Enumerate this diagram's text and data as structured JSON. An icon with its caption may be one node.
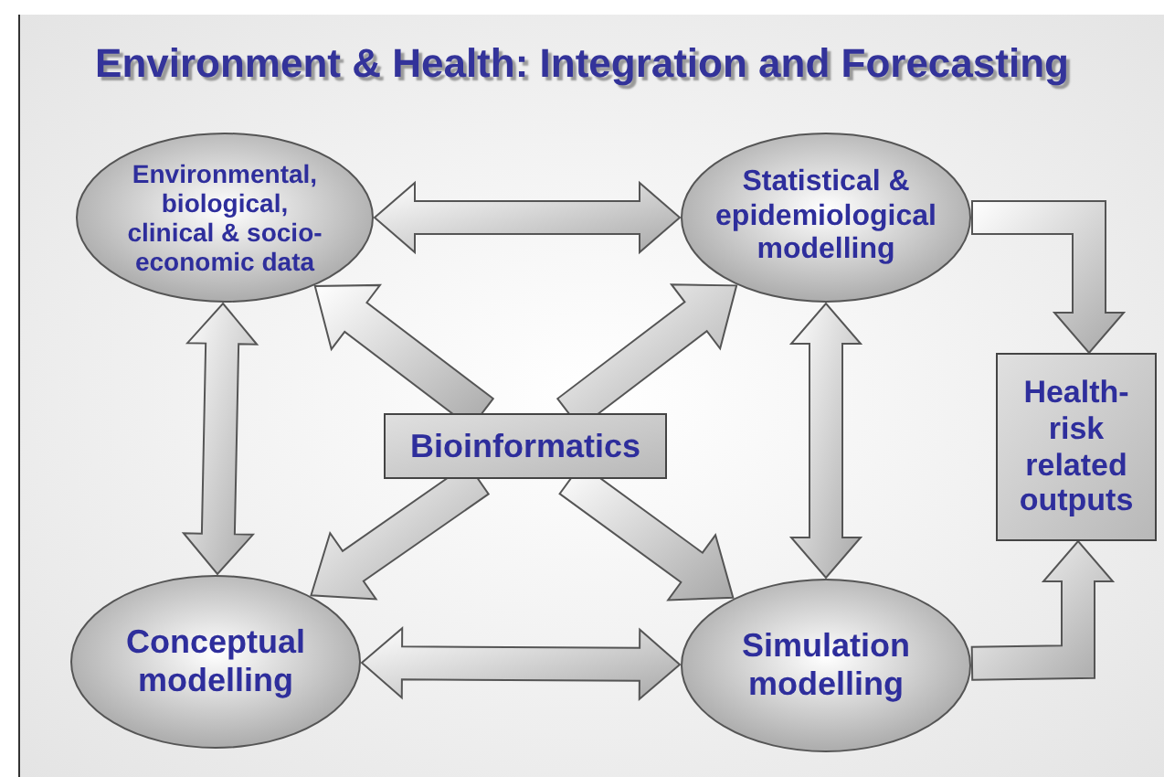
{
  "diagram": {
    "title": "Environment & Health: Integration and Forecasting",
    "nodes": [
      {
        "text": [
          "Environmental, biological, clinical & socio-economic data"
        ]
      },
      {
        "text": [
          "Statistical & epidemiological modelling"
        ]
      },
      {
        "text": [
          "Bioinformatics"
        ]
      },
      {
        "text": [
          "Health-risk related outputs"
        ]
      },
      {
        "text": [
          "Conceptual modelling"
        ]
      },
      {
        "text": [
          "Simulation modelling"
        ]
      }
    ],
    "edges": [
      {
        "from": 0,
        "to": 1,
        "arrow": "both"
      },
      {
        "from": 0,
        "to": 4,
        "arrow": "both"
      },
      {
        "from": 1,
        "to": 5,
        "arrow": "both"
      },
      {
        "from": 4,
        "to": 5,
        "arrow": "both"
      },
      {
        "from": 1,
        "to": 3,
        "arrow": "to"
      },
      {
        "from": 5,
        "to": 3,
        "arrow": "to"
      },
      {
        "from": 2,
        "to": 0,
        "arrow": "to"
      },
      {
        "from": 2,
        "to": 1,
        "arrow": "to"
      },
      {
        "from": 2,
        "to": 4,
        "arrow": "to"
      },
      {
        "from": 2,
        "to": 5,
        "arrow": "to"
      }
    ]
  }
}
